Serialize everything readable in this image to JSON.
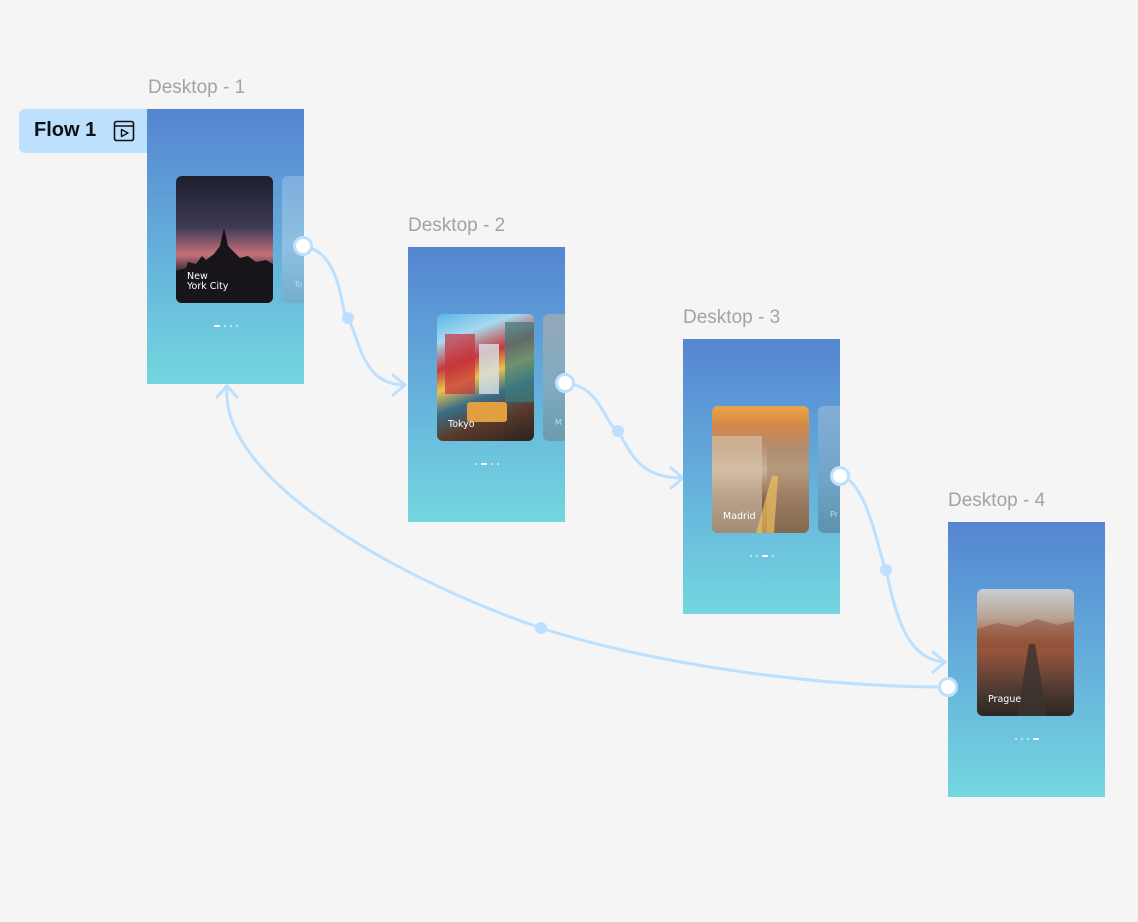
{
  "flow": {
    "label": "Flow 1",
    "icon": "present-icon"
  },
  "frames": [
    {
      "title": "Desktop - 1",
      "card_label": "New\nYork City",
      "peek_label": "To",
      "active_dot": 0
    },
    {
      "title": "Desktop - 2",
      "card_label": "Tokyo",
      "peek_label": "M",
      "active_dot": 1
    },
    {
      "title": "Desktop - 3",
      "card_label": "Madrid",
      "peek_label": "Pr",
      "active_dot": 2
    },
    {
      "title": "Desktop - 4",
      "card_label": "Prague",
      "peek_label": "",
      "active_dot": 3
    }
  ],
  "colors": {
    "canvas": "#f5f5f5",
    "connector": "#bde0ff",
    "frame_top": "#5585d1",
    "frame_bottom": "#73d7df"
  }
}
